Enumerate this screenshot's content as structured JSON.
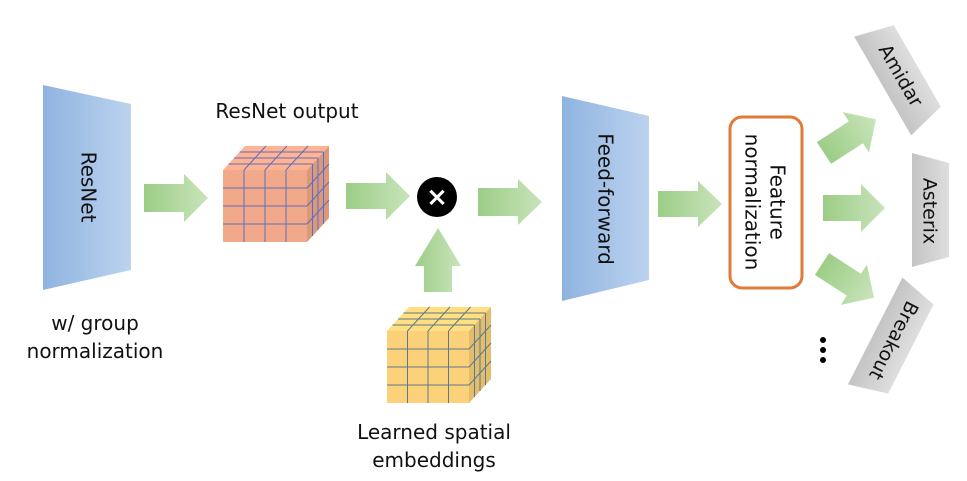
{
  "title": "ResNet feature pipeline with learned spatial embeddings and per-game heads",
  "colors": {
    "encoder_fill_dark": "#8fb3e0",
    "encoder_fill_light": "#bcd3ef",
    "arrow_fill_dark": "#9ccd86",
    "arrow_fill_light": "#c9e4bb",
    "resnet_output_cube": "#f2a98a",
    "resnet_output_grid": "#5a6fc0",
    "embedding_cube": "#fbd27a",
    "embedding_grid": "#5c7a8a",
    "norm_border": "#e07b39",
    "head_fill": "#cfcfcf",
    "multiply_circle": "#000000"
  },
  "nodes": {
    "resnet": {
      "label": "ResNet",
      "caption_line1": "w/ group",
      "caption_line2": "normalization"
    },
    "resnet_output": {
      "label": "ResNet output"
    },
    "multiply": {
      "symbol": "×"
    },
    "spatial_embeddings": {
      "label_line1": "Learned spatial",
      "label_line2": "embeddings"
    },
    "feed_forward": {
      "label": "Feed-forward"
    },
    "feature_normalization": {
      "label_line1": "Feature",
      "label_line2": "normalization"
    },
    "heads": [
      {
        "label": "Amidar"
      },
      {
        "label": "Asterix"
      },
      {
        "label": "Breakout"
      }
    ],
    "ellipsis": "⋮"
  }
}
